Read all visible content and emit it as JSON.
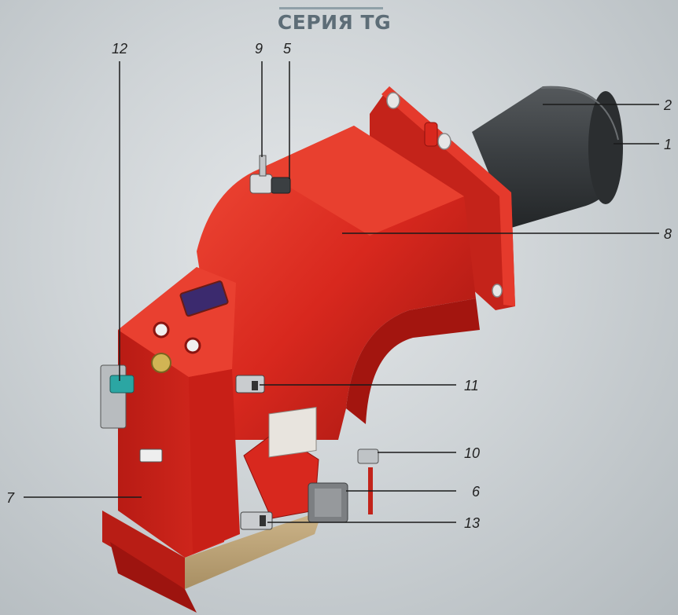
{
  "title": "СЕРИЯ TG",
  "callouts": {
    "c1": "1",
    "c2": "2",
    "c5": "5",
    "c6": "6",
    "c7": "7",
    "c8": "8",
    "c9": "9",
    "c10": "10",
    "c11": "11",
    "c12": "12",
    "c13": "13"
  },
  "colors": {
    "burner_body": "#d8281e",
    "burner_shadow": "#9d140f",
    "blast_tube": "#3a3e41",
    "title": "#5d6d77"
  }
}
